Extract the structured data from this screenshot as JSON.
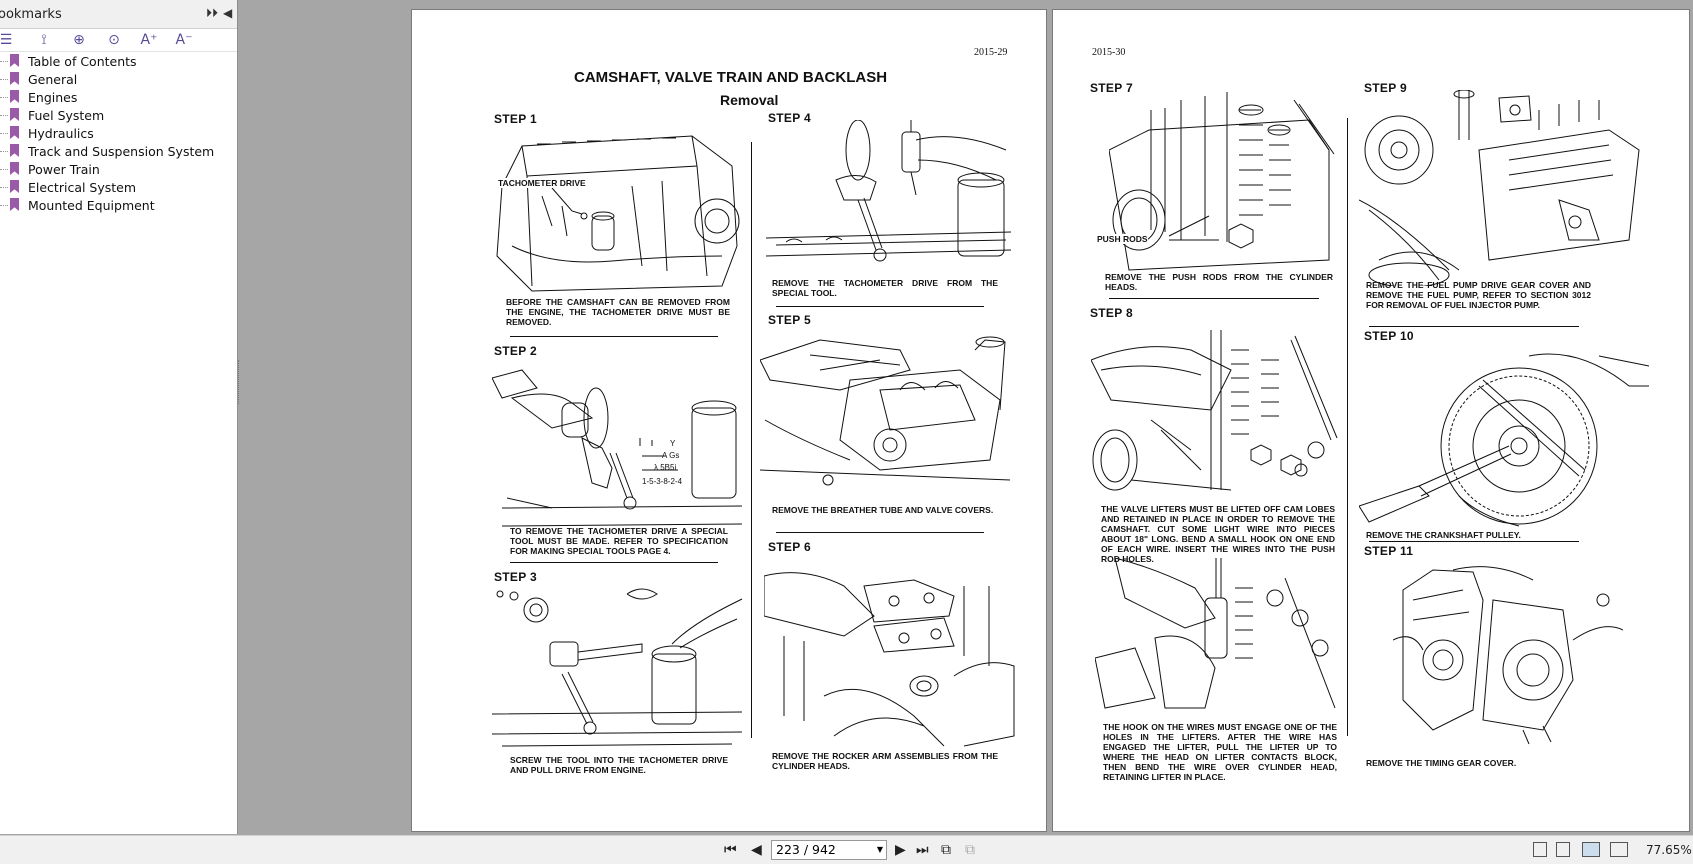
{
  "sidebar": {
    "title": "ookmarks",
    "expand_icon": "double-chevron-right",
    "collapse_icon": "triangle-left",
    "tools": [
      "options-icon",
      "bookmark-find-icon",
      "bookmark-add-icon",
      "bookmark-goto-icon",
      "font-increase-icon",
      "font-decrease-icon"
    ],
    "tool_glyphs": [
      "☰",
      "⟟",
      "⊕",
      "⊙",
      "A⁺",
      "A⁻"
    ],
    "items": [
      {
        "label": "Table of Contents"
      },
      {
        "label": "General"
      },
      {
        "label": "Engines"
      },
      {
        "label": "Fuel System"
      },
      {
        "label": "Hydraulics"
      },
      {
        "label": "Track and Suspension System"
      },
      {
        "label": "Power Train"
      },
      {
        "label": "Electrical System"
      },
      {
        "label": "Mounted Equipment"
      }
    ]
  },
  "left_page": {
    "page_number": "2015-29",
    "title": "CAMSHAFT, VALVE TRAIN AND BACKLASH",
    "subtitle": "Removal",
    "steps": [
      {
        "label": "STEP 1",
        "callout": "TACHOMETER DRIVE",
        "caption": "BEFORE THE CAMSHAFT CAN BE REMOVED FROM THE ENGINE, THE TACHOMETER DRIVE MUST BE REMOVED."
      },
      {
        "label": "STEP 2",
        "caption": "TO REMOVE THE TACHOMETER DRIVE A SPECIAL TOOL MUST BE MADE. REFER TO SPECIFICATION FOR MAKING SPECIAL TOOLS PAGE 4."
      },
      {
        "label": "STEP 3",
        "caption": "SCREW THE TOOL INTO THE TACHOMETER DRIVE AND PULL DRIVE FROM ENGINE."
      },
      {
        "label": "STEP 4",
        "caption": "REMOVE THE TACHOMETER DRIVE FROM THE SPECIAL TOOL."
      },
      {
        "label": "STEP 5",
        "caption": "REMOVE THE BREATHER TUBE AND VALVE COVERS."
      },
      {
        "label": "STEP 6",
        "caption": "REMOVE THE ROCKER ARM ASSEMBLIES FROM THE CYLINDER HEADS."
      }
    ]
  },
  "right_page": {
    "page_number": "2015-30",
    "steps": [
      {
        "label": "STEP 7",
        "callout": "PUSH RODS",
        "caption": "REMOVE THE PUSH RODS FROM THE CYLINDER HEADS."
      },
      {
        "label": "STEP 8",
        "caption": "THE VALVE LIFTERS MUST BE LIFTED OFF CAM LOBES AND RETAINED IN PLACE IN ORDER TO REMOVE THE CAMSHAFT. CUT SOME LIGHT WIRE INTO PIECES ABOUT 18\" LONG. BEND A SMALL HOOK ON ONE END OF EACH WIRE. INSERT THE WIRES INTO THE PUSH ROD HOLES.",
        "caption2": "THE HOOK ON THE WIRES MUST ENGAGE ONE OF THE HOLES IN THE LIFTERS. AFTER THE WIRE HAS ENGAGED THE LIFTER, PULL THE LIFTER UP TO WHERE THE HEAD ON LIFTER CONTACTS BLOCK, THEN BEND THE WIRE OVER CYLINDER HEAD, RETAINING LIFTER IN PLACE."
      },
      {
        "label": "STEP 9",
        "caption": "REMOVE THE FUEL PUMP DRIVE GEAR COVER AND REMOVE THE FUEL PUMP, REFER TO SECTION 3012 FOR REMOVAL OF FUEL INJECTOR PUMP."
      },
      {
        "label": "STEP 10",
        "caption": "REMOVE THE CRANKSHAFT PULLEY."
      },
      {
        "label": "STEP 11",
        "caption": "REMOVE THE TIMING GEAR COVER."
      }
    ]
  },
  "toolbar": {
    "first_icon": "first-page-icon",
    "prev_icon": "previous-page-icon",
    "next_icon": "next-page-icon",
    "last_icon": "last-page-icon",
    "page_display": "223 / 942",
    "zoom": "77.65%",
    "glyph_first": "⏮",
    "glyph_prev": "◀",
    "glyph_next": "▶",
    "glyph_last": "⏭",
    "glyph_dd": "▼"
  }
}
